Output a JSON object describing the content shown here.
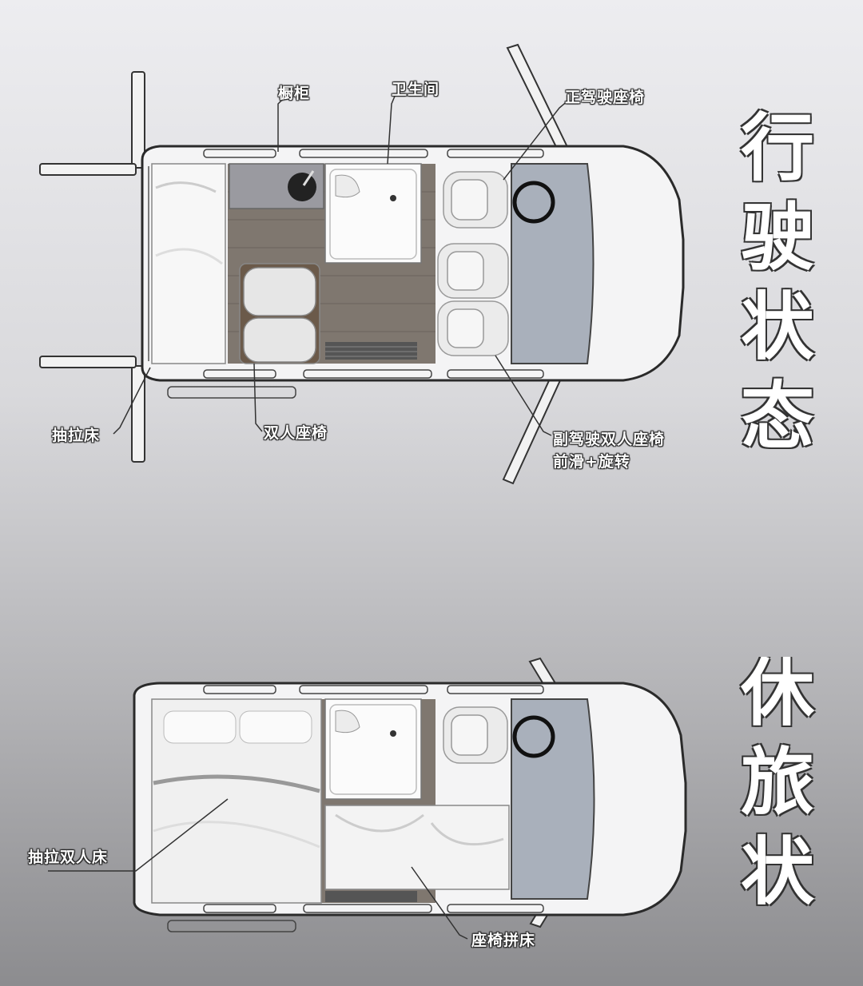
{
  "top_plan": {
    "labels": {
      "cabinet": "橱柜",
      "bathroom": "卫生间",
      "driver_seat": "正驾驶座椅",
      "pullout_bed": "抽拉床",
      "double_seat": "双人座椅",
      "passenger_seat_line1": "副驾驶双人座椅",
      "passenger_seat_line2": "前滑+旋转"
    },
    "title_chars": [
      "行",
      "驶",
      "状",
      "态"
    ]
  },
  "bottom_plan": {
    "labels": {
      "pullout_double_bed": "抽拉双人床",
      "seat_bed": "座椅拼床"
    },
    "title_chars": [
      "休",
      "旅",
      "状",
      "态"
    ]
  }
}
